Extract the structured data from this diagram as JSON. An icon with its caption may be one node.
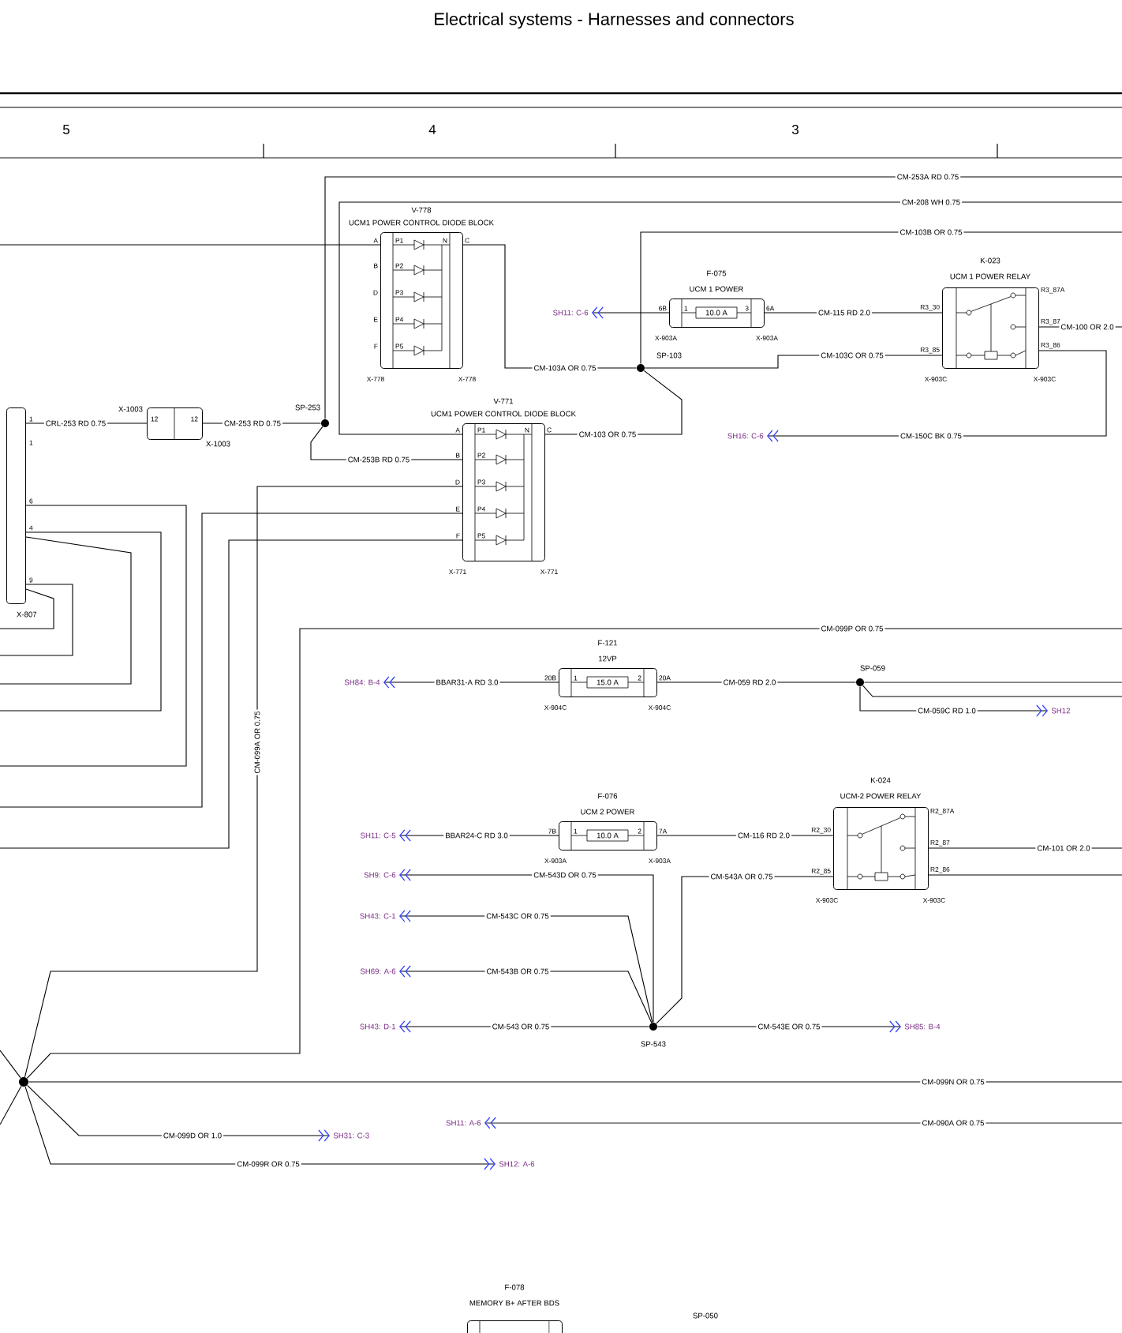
{
  "diagram": {
    "title": "Electrical systems - Harnesses and connectors",
    "nodes": [
      {
        "text": [],
        "shape": "box",
        "beside": [
          "1",
          "1",
          "6",
          "4",
          "9",
          "X-807"
        ]
      },
      {
        "text": [
          "12",
          "12"
        ],
        "beside": [
          "X-1003",
          "X-1003"
        ]
      },
      {
        "text": [],
        "shape": "circle",
        "beside": [
          "SP-253"
        ]
      },
      {
        "text": [
          "V-778",
          "UCM1 POWER CONTROL DIODE BLOCK",
          "P1",
          "P2",
          "P3",
          "P4",
          "P5",
          "N",
          "A",
          "B",
          "D",
          "E",
          "F",
          "C"
        ],
        "beside": [
          "X-778",
          "X-778"
        ]
      },
      {
        "text": [
          "V-771",
          "UCM1 POWER CONTROL DIODE BLOCK",
          "P1",
          "P2",
          "P3",
          "P4",
          "P5",
          "N",
          "A",
          "B",
          "D",
          "E",
          "F",
          "C"
        ],
        "beside": [
          "X-771",
          "X-771"
        ]
      },
      {
        "text": [],
        "shape": "circle",
        "beside": [
          "SP-103"
        ]
      },
      {
        "text": [
          "SH11: C-6"
        ]
      },
      {
        "text": [
          "F-075",
          "UCM 1 POWER",
          "10.0 A",
          "1",
          "3"
        ],
        "beside": [
          "6B",
          "6A",
          "X-903A",
          "X-903A"
        ]
      },
      {
        "text": [
          "K-023",
          "UCM 1 POWER RELAY"
        ],
        "beside": [
          "R3_30",
          "R3_85",
          "R3_87A",
          "R3_87",
          "R3_86",
          "X-903C",
          "X-903C"
        ]
      },
      {
        "text": [
          "SH16: C-6"
        ]
      },
      {
        "text": [
          "SH84: B-4"
        ]
      },
      {
        "text": [
          "F-121",
          "12VP",
          "15.0 A",
          "1",
          "2"
        ],
        "beside": [
          "20B",
          "20A",
          "X-904C",
          "X-904C"
        ]
      },
      {
        "text": [],
        "shape": "circle",
        "beside": [
          "SP-059"
        ]
      },
      {
        "text": [
          "SH12"
        ]
      },
      {
        "text": [
          "SH11: C-5"
        ]
      },
      {
        "text": [
          "F-076",
          "UCM 2 POWER",
          "10.0 A",
          "1",
          "2"
        ],
        "beside": [
          "7B",
          "7A",
          "X-903A",
          "X-903A"
        ]
      },
      {
        "text": [
          "K-024",
          "UCM-2 POWER RELAY"
        ],
        "beside": [
          "R2_30",
          "R2_85",
          "R2_87A",
          "R2_87",
          "R2_86",
          "X-903C",
          "X-903C"
        ]
      },
      {
        "text": [
          "SH9: C-6"
        ]
      },
      {
        "text": [
          "SH43: C-1"
        ]
      },
      {
        "text": [
          "SH69: A-6"
        ]
      },
      {
        "text": [
          "SH43: D-1"
        ]
      },
      {
        "text": [],
        "shape": "circle",
        "beside": [
          "SP-543"
        ]
      },
      {
        "text": [
          "SH85: B-4"
        ]
      },
      {
        "text": [],
        "shape": "circle"
      },
      {
        "text": [
          "SH31: C-3"
        ]
      },
      {
        "text": [
          "SH12: A-6"
        ]
      },
      {
        "text": [
          "SH11: A-6"
        ]
      },
      {
        "text": [
          "F-078",
          "MEMORY B+ AFTER BDS"
        ]
      }
    ],
    "edges": [
      {
        "from": 0,
        "to": 1,
        "arrow": "none",
        "label": "CRL-253 RD 0.75"
      },
      {
        "from": 1,
        "to": 2,
        "arrow": "none",
        "label": "CM-253 RD 0.75"
      },
      {
        "from": 2,
        "to": null,
        "arrow": "none",
        "label": "CM-253A RD 0.75"
      },
      {
        "from": 2,
        "to": 4,
        "arrow": "none",
        "label": "CM-253B RD 0.75"
      },
      {
        "from": 4,
        "to": null,
        "arrow": "none",
        "label": "CM-208 WH 0.75"
      },
      {
        "from": null,
        "to": 3,
        "arrow": "none"
      },
      {
        "from": 3,
        "to": 5,
        "arrow": "none",
        "label": "CM-103A OR 0.75"
      },
      {
        "from": 4,
        "to": 5,
        "arrow": "none",
        "label": "CM-103 OR 0.75"
      },
      {
        "from": 5,
        "to": null,
        "arrow": "none",
        "label": "CM-103B OR 0.75"
      },
      {
        "from": 7,
        "to": 6,
        "arrow": "to"
      },
      {
        "from": 7,
        "to": 8,
        "arrow": "none",
        "label": "CM-115 RD 2.0"
      },
      {
        "from": 5,
        "to": 8,
        "arrow": "none",
        "label": "CM-103C OR 0.75"
      },
      {
        "from": 8,
        "to": null,
        "arrow": "none",
        "label": "CM-100 OR 2.0"
      },
      {
        "from": 8,
        "to": 9,
        "arrow": "to",
        "label": "CM-150C BK 0.75"
      },
      {
        "from": 4,
        "to": 23,
        "arrow": "none",
        "label": "CM-099A OR 0.75"
      },
      {
        "from": 4,
        "to": null,
        "arrow": "none"
      },
      {
        "from": 4,
        "to": null,
        "arrow": "none"
      },
      {
        "from": 0,
        "to": null,
        "arrow": "none"
      },
      {
        "from": 0,
        "to": null,
        "arrow": "none"
      },
      {
        "from": 0,
        "to": null,
        "arrow": "none"
      },
      {
        "from": 0,
        "to": null,
        "arrow": "none"
      },
      {
        "from": 0,
        "to": null,
        "arrow": "none"
      },
      {
        "from": 23,
        "to": null,
        "arrow": "none",
        "label": "CM-099P OR 0.75"
      },
      {
        "from": 11,
        "to": 10,
        "arrow": "to",
        "label": "BBAR31-A RD 3.0"
      },
      {
        "from": 11,
        "to": 12,
        "arrow": "none",
        "label": "CM-059 RD 2.0"
      },
      {
        "from": 12,
        "to": null,
        "arrow": "none"
      },
      {
        "from": 12,
        "to": null,
        "arrow": "none"
      },
      {
        "from": 12,
        "to": 13,
        "arrow": "to",
        "label": "CM-059C RD 1.0"
      },
      {
        "from": 15,
        "to": 14,
        "arrow": "to",
        "label": "BBAR24-C RD 3.0"
      },
      {
        "from": 15,
        "to": 16,
        "arrow": "none",
        "label": "CM-116 RD 2.0"
      },
      {
        "from": 16,
        "to": null,
        "arrow": "none",
        "label": "CM-101 OR 2.0"
      },
      {
        "from": 16,
        "to": null,
        "arrow": "none"
      },
      {
        "from": 21,
        "to": 16,
        "arrow": "none",
        "label": "CM-543A OR 0.75"
      },
      {
        "from": 21,
        "to": 17,
        "arrow": "to",
        "label": "CM-543D OR 0.75"
      },
      {
        "from": 21,
        "to": 18,
        "arrow": "to",
        "label": "CM-543C OR 0.75"
      },
      {
        "from": 21,
        "to": 19,
        "arrow": "to",
        "label": "CM-543B OR 0.75"
      },
      {
        "from": 21,
        "to": 20,
        "arrow": "to",
        "label": "CM-543 OR 0.75"
      },
      {
        "from": 21,
        "to": 22,
        "arrow": "to",
        "label": "CM-543E OR 0.75"
      },
      {
        "from": 23,
        "to": null,
        "arrow": "none",
        "label": "CM-099N OR 0.75"
      },
      {
        "from": 23,
        "to": 24,
        "arrow": "to",
        "label": "CM-099D OR 1.0"
      },
      {
        "from": 23,
        "to": 25,
        "arrow": "to",
        "label": "CM-099R OR 0.75"
      },
      {
        "from": null,
        "to": 26,
        "arrow": "to",
        "label": "CM-090A OR 0.75"
      },
      {
        "from": 23,
        "to": null,
        "arrow": "none"
      },
      {
        "from": 23,
        "to": null,
        "arrow": "none"
      }
    ],
    "labels": [
      "5",
      "4",
      "3",
      "SP-050"
    ]
  }
}
